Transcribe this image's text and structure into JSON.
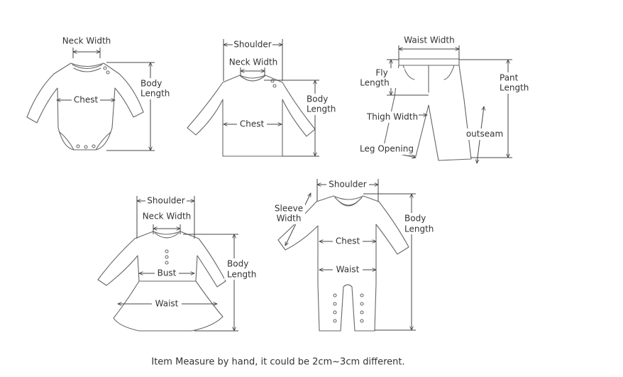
{
  "bodysuit": {
    "neck_width": "Neck Width",
    "chest": "Chest",
    "body_length_1": "Body",
    "body_length_2": "Length"
  },
  "shirt": {
    "shoulder": "Shoulder",
    "neck_width": "Neck Width",
    "chest": "Chest",
    "body_length_1": "Body",
    "body_length_2": "Length"
  },
  "pants": {
    "waist_width": "Waist Width",
    "fly_length_1": "Fly",
    "fly_length_2": "Length",
    "pant_length_1": "Pant",
    "pant_length_2": "Length",
    "thigh_width": "Thigh Width",
    "outseam": "outseam",
    "leg_opening": "Leg Opening"
  },
  "dress": {
    "shoulder": "Shoulder",
    "neck_width": "Neck Width",
    "bust": "Bust",
    "waist": "Waist",
    "body_length_1": "Body",
    "body_length_2": "Length"
  },
  "romper": {
    "shoulder": "Shoulder",
    "sleeve_width_1": "Sleeve",
    "sleeve_width_2": "Width",
    "chest": "Chest",
    "waist": "Waist",
    "body_length_1": "Body",
    "body_length_2": "Length"
  },
  "footnote": "Item Measure by hand, it could be 2cm~3cm different.",
  "colors": {
    "line": "#666666",
    "arrow": "#444444",
    "text": "#333333"
  }
}
